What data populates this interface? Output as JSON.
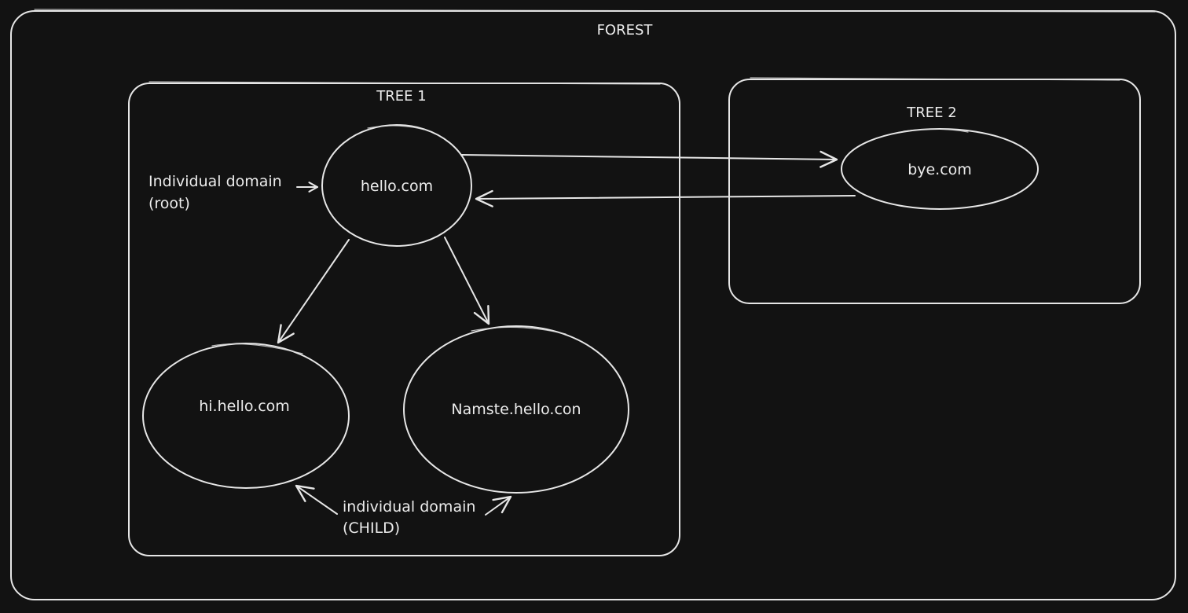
{
  "forest": {
    "label": "FOREST"
  },
  "tree1": {
    "label": "TREE 1",
    "root": {
      "label": "hello.com"
    },
    "child_left": {
      "label": "hi.hello.com"
    },
    "child_right": {
      "label": "Namste.hello.con"
    },
    "root_note": {
      "line1": "Individual domain",
      "line2": "(root)"
    },
    "child_note": {
      "line1": "individual domain",
      "line2": "(CHILD)"
    }
  },
  "tree2": {
    "label": "TREE 2",
    "root": {
      "label": "bye.com"
    }
  }
}
